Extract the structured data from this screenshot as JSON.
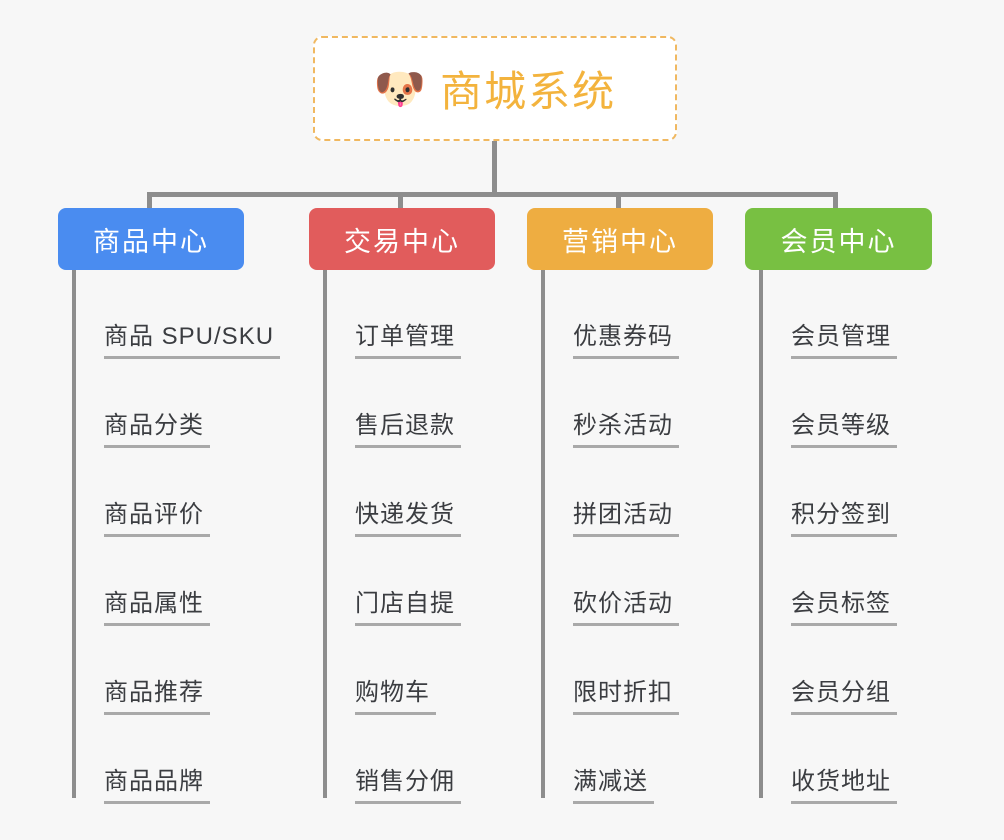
{
  "page": {
    "background_color": "#f7f7f7",
    "title": "商城系统功能架构图"
  },
  "root": {
    "icon": "🐶",
    "icon_name": "dog-face-icon",
    "label": "商城系统",
    "text_color": "#f3b33d",
    "border_color": "#f0b860",
    "background_color": "#ffffff"
  },
  "connector_color": "#8d8d8d",
  "columns": [
    {
      "label": "商品中心",
      "color": "#4a8cf0",
      "items": [
        "商品 SPU/SKU",
        "商品分类",
        "商品评价",
        "商品属性",
        "商品推荐",
        "商品品牌"
      ]
    },
    {
      "label": "交易中心",
      "color": "#e15c5c",
      "items": [
        "订单管理",
        "售后退款",
        "快递发货",
        "门店自提",
        "购物车",
        "销售分佣"
      ]
    },
    {
      "label": "营销中心",
      "color": "#eead41",
      "items": [
        "优惠券码",
        "秒杀活动",
        "拼团活动",
        "砍价活动",
        "限时折扣",
        "满减送"
      ]
    },
    {
      "label": "会员中心",
      "color": "#78c042",
      "items": [
        "会员管理",
        "会员等级",
        "积分签到",
        "会员标签",
        "会员分组",
        "收货地址"
      ]
    }
  ]
}
